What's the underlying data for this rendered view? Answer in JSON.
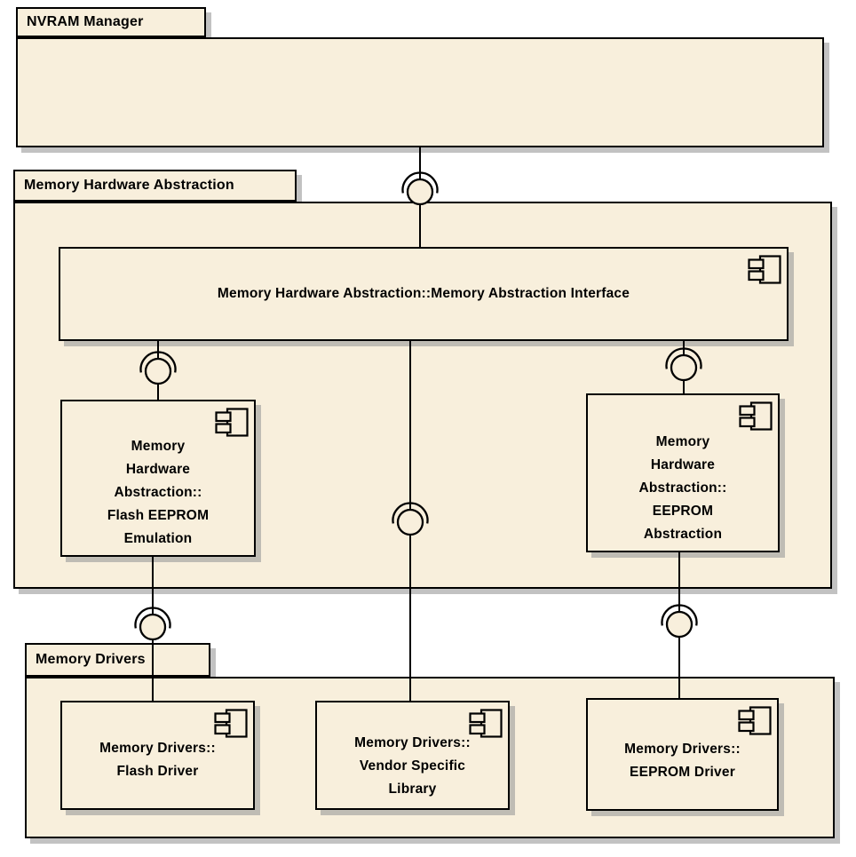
{
  "diagram": {
    "type": "uml-component-diagram",
    "colors": {
      "node_fill": "#F8EFDC",
      "border": "#000000",
      "shadow": "#C2C2C2",
      "background": "#FFFFFF"
    },
    "packages": {
      "nvram": {
        "label": "NVRAM Manager"
      },
      "mha": {
        "label": "Memory Hardware Abstraction"
      },
      "drivers": {
        "label": "Memory Drivers"
      }
    },
    "components": {
      "interface": {
        "label": "Memory Hardware Abstraction::Memory Abstraction Interface"
      },
      "flash_emulation": {
        "label_lines": [
          "Memory",
          "Hardware",
          "Abstraction::",
          "Flash EEPROM",
          "Emulation"
        ]
      },
      "eeprom_abstraction": {
        "label_lines": [
          "Memory",
          "Hardware",
          "Abstraction::",
          "EEPROM",
          "Abstraction"
        ]
      },
      "flash_driver": {
        "label_lines": [
          "Memory Drivers::",
          "Flash Driver"
        ]
      },
      "vendor_library": {
        "label_lines": [
          "Memory Drivers::",
          "Vendor Specific",
          "Library"
        ]
      },
      "eeprom_driver": {
        "label_lines": [
          "Memory Drivers::",
          "EEPROM Driver"
        ]
      }
    },
    "connections": [
      {
        "from": "NVRAM Manager",
        "to": "Memory Hardware Abstraction::Memory Abstraction Interface",
        "notation": "ball-and-socket"
      },
      {
        "from": "Memory Hardware Abstraction::Memory Abstraction Interface",
        "to": "Memory Hardware Abstraction::Flash EEPROM Emulation",
        "notation": "ball-and-socket"
      },
      {
        "from": "Memory Hardware Abstraction::Memory Abstraction Interface",
        "to": "Memory Hardware Abstraction::EEPROM Abstraction",
        "notation": "ball-and-socket"
      },
      {
        "from": "Memory Hardware Abstraction::Memory Abstraction Interface",
        "to": "Memory Drivers::Vendor Specific Library",
        "notation": "ball-and-socket"
      },
      {
        "from": "Memory Hardware Abstraction::Flash EEPROM Emulation",
        "to": "Memory Drivers::Flash Driver",
        "notation": "ball-and-socket"
      },
      {
        "from": "Memory Hardware Abstraction::EEPROM Abstraction",
        "to": "Memory Drivers::EEPROM Driver",
        "notation": "ball-and-socket"
      }
    ]
  }
}
